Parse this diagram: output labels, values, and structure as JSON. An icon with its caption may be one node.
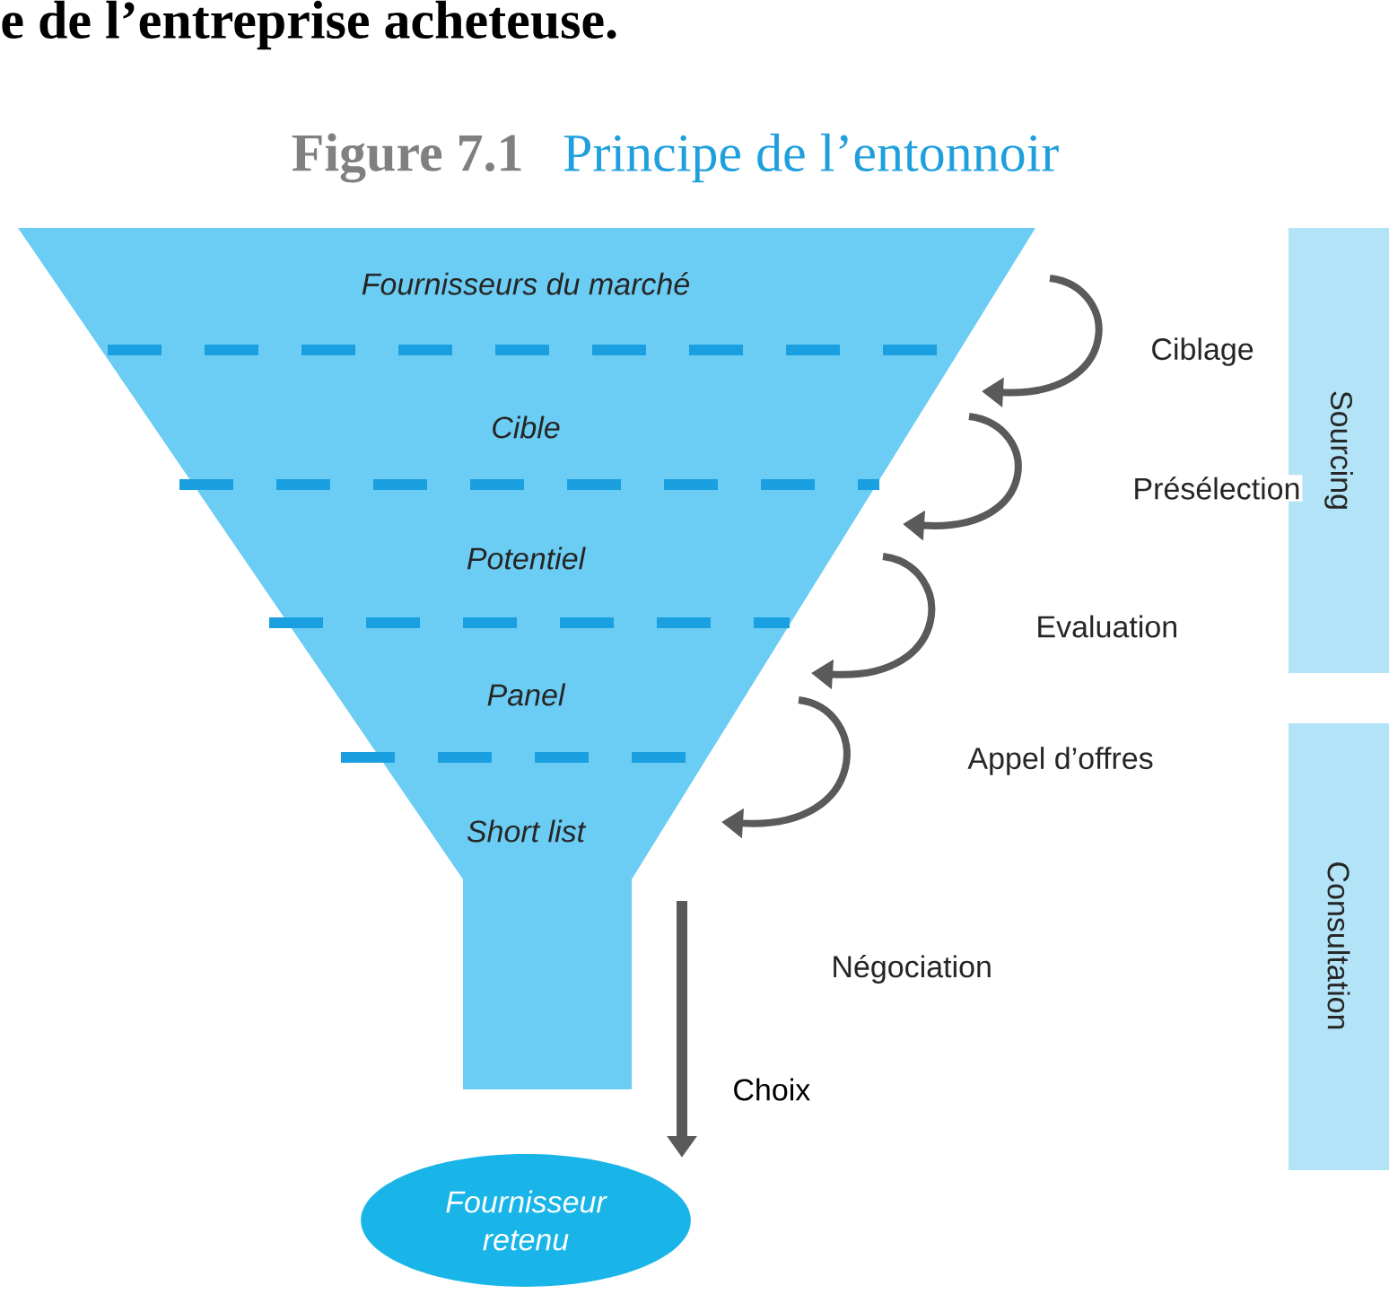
{
  "diagram": {
    "title": "Principe de l’entonnoir",
    "nodes": [
      {
        "text": [
          "Fournisseurs du marché"
        ]
      },
      {
        "text": [
          "Cible"
        ]
      },
      {
        "text": [
          "Potentiel"
        ]
      },
      {
        "text": [
          "Panel"
        ]
      },
      {
        "text": [
          "Short list"
        ]
      },
      {
        "text": [
          "Fournisseur retenu"
        ]
      },
      {
        "text": [
          "Sourcing"
        ]
      },
      {
        "text": [
          "Consultation"
        ]
      }
    ],
    "edges": [
      {
        "from": 0,
        "to": 1,
        "arrow": "to",
        "label": "Ciblage"
      },
      {
        "from": 1,
        "to": 2,
        "arrow": "to",
        "label": "Présélection"
      },
      {
        "from": 2,
        "to": 3,
        "arrow": "to",
        "label": "Evaluation"
      },
      {
        "from": 3,
        "to": 4,
        "arrow": "to",
        "label": "Appel d’offres"
      },
      {
        "from": 4,
        "to": 5,
        "arrow": "to",
        "label": "Négociation"
      }
    ],
    "labels": [
      "e de l’entreprise acheteuse.",
      "Figure 7.1",
      "Choix"
    ]
  }
}
